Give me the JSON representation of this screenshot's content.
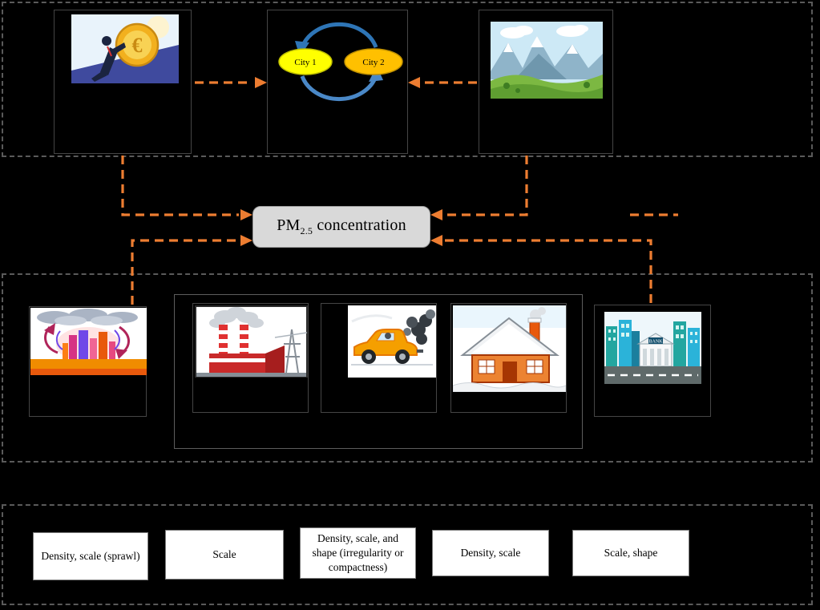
{
  "colors": {
    "background": "#000000",
    "arrow_orange": "#ED7D31",
    "pm_box_fill": "#D9D9D9",
    "city1_fill": "#FFFF00",
    "city2_fill": "#FFC000",
    "cycle_arrow_blue": "#2E75B6"
  },
  "city_interaction": {
    "city1_label": "City 1",
    "city2_label": "City 2"
  },
  "pm_node": {
    "prefix": "PM",
    "subscript": "2.5",
    "suffix": " concentration"
  },
  "icons": {
    "euro_symbol": "€",
    "bank_sign": "BANK",
    "economy_illustration": "person-pushing-euro-coin-uphill",
    "city_interaction_illustration": "two-cities-cycle-arrows",
    "nature_illustration": "mountain-landscape",
    "heat_island_illustration": "urban-heat-circulation-city",
    "factory_illustration": "factory-with-smokestacks",
    "car_illustration": "car-with-exhaust-smoke",
    "house_illustration": "snow-covered-house-with-chimney",
    "bank_illustration": "bank-and-street-buildings"
  },
  "urban_form_labels": [
    "Density, scale (sprawl)",
    "Scale",
    "Density, scale, and shape (irregularity or compactness)",
    "Density, scale",
    "Scale, shape"
  ]
}
